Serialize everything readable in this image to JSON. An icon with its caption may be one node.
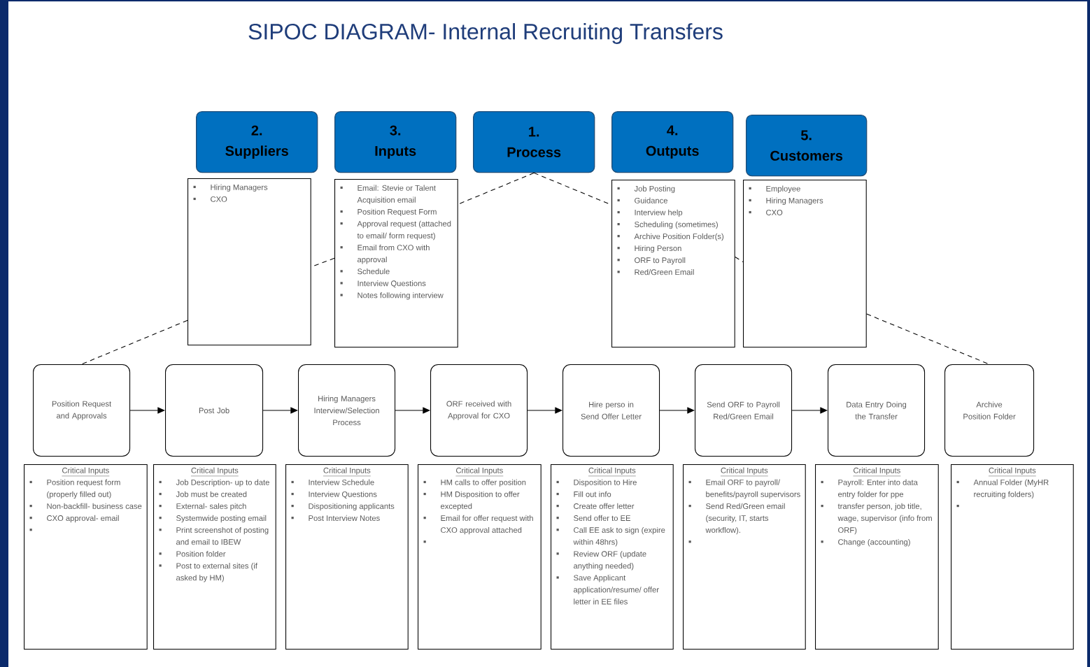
{
  "diagram": {
    "title": "SIPOC DIAGRAM- Internal Recruiting Transfers",
    "nodes": [
      {
        "text": [
          "2. Suppliers"
        ]
      },
      {
        "text": [
          "3. Inputs"
        ]
      },
      {
        "text": [
          "1. Process"
        ]
      },
      {
        "text": [
          "4. Outputs"
        ]
      },
      {
        "text": [
          "5. Customers"
        ]
      },
      {
        "text": [
          "Hiring Managers",
          "CXO"
        ]
      },
      {
        "text": [
          "Email: Stevie or Talent Acquisition email",
          "Position Request Form",
          "Approval request (attached to email/ form request)",
          "Email from CXO with approval",
          "Schedule",
          "Interview Questions",
          "Notes following interview"
        ]
      },
      {
        "text": [
          "Job Posting",
          "Guidance",
          "Interview help",
          "Scheduling (sometimes)",
          "Archive Position Folder(s)",
          "Hiring Person",
          "ORF to Payroll",
          "Red/Green Email"
        ]
      },
      {
        "text": [
          "Employee",
          "Hiring Managers",
          "CXO"
        ]
      },
      {
        "text": [
          "Position Request and Approvals"
        ]
      },
      {
        "text": [
          "Post Job"
        ]
      },
      {
        "text": [
          "Hiring Managers Interview/Selection Process"
        ]
      },
      {
        "text": [
          "ORF received with Approval for CXO"
        ]
      },
      {
        "text": [
          "Hire perso in Send Offer Letter"
        ]
      },
      {
        "text": [
          "Send ORF to Payroll Red/Green Email"
        ]
      },
      {
        "text": [
          "Data Entry Doing the Transfer"
        ]
      },
      {
        "text": [
          "Archive Position Folder"
        ]
      },
      {
        "text": [
          "Critical Inputs",
          "Position request form (properly filled out)",
          "Non-backfill- business case",
          "CXO approval- email"
        ]
      },
      {
        "text": [
          "Critical Inputs",
          "Job Description- up to date",
          "Job must be created",
          "External- sales pitch",
          "Systemwide posting email",
          "Print screenshot of posting and email to IBEW",
          "Position folder",
          "Post to external sites (if asked by HM)"
        ]
      },
      {
        "text": [
          "Critical Inputs",
          "Interview Schedule",
          "Interview Questions",
          "Dispositioning applicants",
          "Post Interview Notes"
        ]
      },
      {
        "text": [
          "Critical Inputs",
          "HM calls to offer position",
          "HM Disposition to offer excepted",
          "Email for offer request with CXO approval attached"
        ]
      },
      {
        "text": [
          "Critical Inputs",
          "Disposition to Hire",
          "Fill out info",
          "Create offer letter",
          "Send offer to EE",
          "Call EE ask to sign (expire within 48hrs)",
          "Review ORF (update anything needed)",
          "Save Applicant application/resume/ offer letter in EE files"
        ]
      },
      {
        "text": [
          "Critical Inputs",
          "Email ORF to payroll/ benefits/payroll supervisors",
          "Send Red/Green email (security, IT, starts workflow)."
        ]
      },
      {
        "text": [
          "Critical Inputs",
          "Payroll: Enter into data entry folder for ppe",
          "transfer person, job title, wage, supervisor (info from ORF)",
          "Change (accounting)"
        ]
      },
      {
        "text": [
          "Critical Inputs",
          "Annual Folder (MyHR recruiting folders)"
        ]
      }
    ],
    "edges": [
      {
        "from": 9,
        "to": 10,
        "arrow": "to"
      },
      {
        "from": 10,
        "to": 11,
        "arrow": "to"
      },
      {
        "from": 11,
        "to": 12,
        "arrow": "to"
      },
      {
        "from": 12,
        "to": 13,
        "arrow": "to"
      },
      {
        "from": 13,
        "to": 14,
        "arrow": "to"
      },
      {
        "from": 14,
        "to": 15,
        "arrow": "to"
      },
      {
        "from": 2,
        "to": 6,
        "arrow": "none",
        "style": "dashed"
      },
      {
        "from": 2,
        "to": 7,
        "arrow": "none",
        "style": "dashed"
      },
      {
        "from": 6,
        "to": 5,
        "arrow": "none",
        "style": "dashed"
      },
      {
        "from": 7,
        "to": 8,
        "arrow": "none",
        "style": "dashed"
      },
      {
        "from": 5,
        "to": 9,
        "arrow": "none",
        "style": "dashed"
      },
      {
        "from": 8,
        "to": 16,
        "arrow": "none",
        "style": "dashed"
      }
    ]
  }
}
